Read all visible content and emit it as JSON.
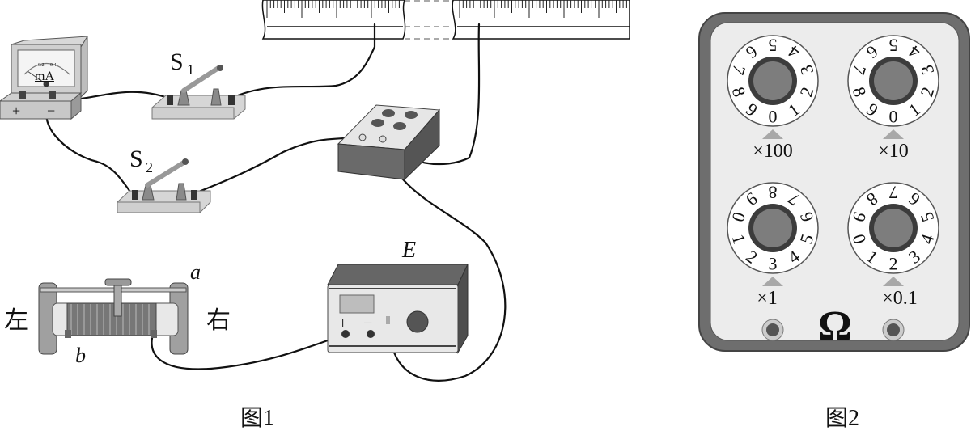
{
  "figure1": {
    "caption": "图1",
    "milliammeter": {
      "unit": "mA",
      "scale_marks": [
        "0.2",
        "0.4"
      ],
      "plus": "+",
      "minus": "−"
    },
    "switch1": {
      "label": "S",
      "subscript": "1"
    },
    "switch2": {
      "label": "S",
      "subscript": "2"
    },
    "rheostat": {
      "end_a": "a",
      "end_b": "b",
      "left": "左",
      "right": "右"
    },
    "power_supply": {
      "label": "E",
      "plus": "+",
      "minus": "−"
    }
  },
  "figure2": {
    "caption": "图2",
    "unit": "Ω",
    "dials": [
      {
        "multiplier": "×100",
        "reading": 0
      },
      {
        "multiplier": "×10",
        "reading": 0
      },
      {
        "multiplier": "×1",
        "reading": 3
      },
      {
        "multiplier": "×0.1",
        "reading": 2
      }
    ]
  },
  "colors": {
    "panel_border": "#6e6e6e",
    "panel_face": "#ececec",
    "knob": "#7d7d7d",
    "indicator": "#a8a8a8"
  }
}
